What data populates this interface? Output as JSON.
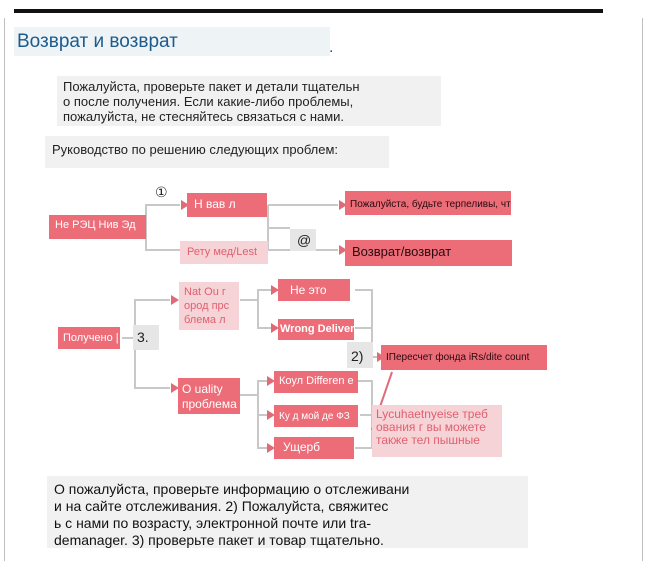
{
  "title": "Возврат и возврат",
  "title_dot": ".",
  "intro": {
    "lines": [
      "Пожалуйста, проверьте пакет и детали тщательн",
      "о после получения. Если какие-либо проблемы,",
      "пожалуйста, не стесняйтесь связаться с нами."
    ]
  },
  "guide": "Руководство по решению следующих проблем:",
  "diagram": {
    "markers": {
      "circled_one": "①",
      "at": "@",
      "three": "3.",
      "two": "2)"
    },
    "nodes": {
      "not_received": "Не РЭЦ Нив Эд",
      "no_track": "Н вав л",
      "returned_lest": "Рету мед/Lest",
      "be_patient": "Пожалуйста, будьте терпеливы, чтобы ждать",
      "return_refund": "Возврат/возврат",
      "received": "Получено |",
      "nat_our_problem": [
        "Nat Ou г",
        "ород прс",
        "блема л"
      ],
      "dislike": "Не это",
      "wrong_delivery": "Wrong Delivery",
      "quality_problem": [
        "О uality",
        "проблема"
      ],
      "color_difference": "Коул Differen е",
      "size_difference": "Ку д мой де ФЗ",
      "damage": "Ущерб",
      "resend_refund": "IПересчет фонда iRs/dite count",
      "customer_requirements": [
        "Lycuhaetnyeise треб",
        "ования г вы можете",
        "также тел пышные"
      ]
    }
  },
  "footer": {
    "lines": [
      "О пожалуйста, проверьте информацию о отслеживани",
      "и на сайте отслеживания. 2) Пожалуйста, свяжитес",
      "ь с нами по возрасту, электронной почте или tra-",
      "demanager. 3) проверьте пакет и товар тщательно."
    ]
  }
}
